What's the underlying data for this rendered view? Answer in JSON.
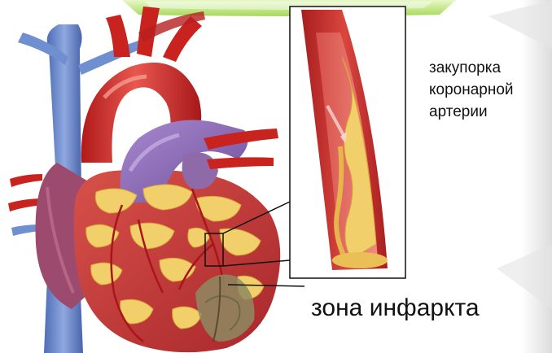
{
  "labels": {
    "blockage_line1": "закупорка",
    "blockage_line2": "коронарной",
    "blockage_line3": "артерии",
    "infarct_zone": "зона инфаркта"
  },
  "colors": {
    "accent_green": "#b6e36a",
    "artery_red": "#c8231f",
    "vein_blue": "#6f8fd0",
    "plaque_yellow": "#f1cf6b",
    "myocardium": "#c13b3a",
    "infarct_gray": "#8e8a62",
    "pulmonary_purple": "#8e68b4"
  }
}
